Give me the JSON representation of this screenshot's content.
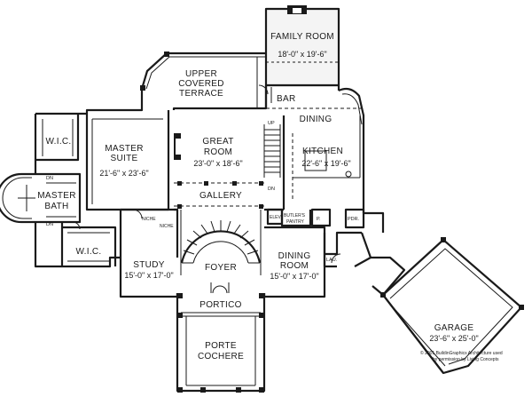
{
  "rooms": {
    "family_room": {
      "name": "FAMILY ROOM",
      "size": "18'-0\" x 19'-6\""
    },
    "upper_covered_terrace": {
      "line1": "UPPER",
      "line2": "COVERED",
      "line3": "TERRACE"
    },
    "bar": "BAR",
    "dining": "DINING",
    "master_suite": {
      "line1": "MASTER",
      "line2": "SUITE",
      "size": "21'-6\" x 23'-6\""
    },
    "great_room": {
      "line1": "GREAT",
      "line2": "ROOM",
      "size": "23'-0\" x 18'-6\""
    },
    "kitchen": {
      "name": "KITCHEN",
      "size": "22'-6\" x 19'-6\""
    },
    "wic_top": "W.I.C.",
    "wic_bottom": "W.I.C.",
    "master_bath": {
      "line1": "MASTER",
      "line2": "BATH"
    },
    "gallery": "GALLERY",
    "study": {
      "name": "STUDY",
      "size": "15'-0\" x 17'-0\""
    },
    "foyer": "FOYER",
    "dining_room": {
      "line1": "DINING",
      "line2": "ROOM",
      "size": "15'-0\" x 17'-0\""
    },
    "portico": "PORTICO",
    "porte_cochere": {
      "line1": "PORTE",
      "line2": "COCHERE"
    },
    "garage": {
      "name": "GARAGE",
      "size": "23'-6\" x 25'-0\""
    }
  },
  "small_labels": {
    "up": "UP",
    "dn_stair": "DN",
    "dn_bath_top": "DN",
    "dn_bath_bottom": "DN",
    "niche_left": "NICHE",
    "niche_right": "NICHE",
    "elev": "ELEV",
    "butlers": "BUTLER'S",
    "pantry": "PANTRY",
    "p": "P.",
    "pdr": "PDR.",
    "lau": "LAU."
  },
  "copyright": {
    "line1": "© 2001 BuildinGraphics Architecture used",
    "line2": "by permission by Living Concepts"
  }
}
